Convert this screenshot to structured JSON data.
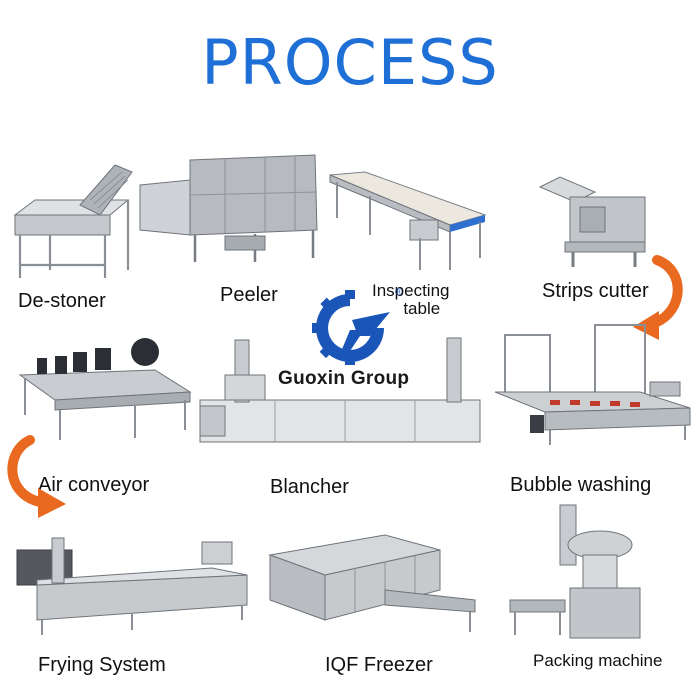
{
  "title": "PROCESS",
  "brand": {
    "name": "Guoxin Group",
    "registered_mark": "®",
    "logo_icon": "gear-gx-logo",
    "color": "#1a56b8"
  },
  "steps": [
    {
      "id": "destoner",
      "label": "De-stoner"
    },
    {
      "id": "peeler",
      "label": "Peeler"
    },
    {
      "id": "inspecting",
      "label_line1": "Inspecting",
      "label_line2": "table"
    },
    {
      "id": "strips",
      "label": "Strips cutter"
    },
    {
      "id": "bubble",
      "label": "Bubble washing"
    },
    {
      "id": "blancher",
      "label": "Blancher"
    },
    {
      "id": "air",
      "label": "Air conveyor"
    },
    {
      "id": "frying",
      "label": "Frying System"
    },
    {
      "id": "iqf",
      "label": "IQF Freezer"
    },
    {
      "id": "packing",
      "label": "Packing machine"
    }
  ],
  "colors": {
    "title": "#1e6fd6",
    "arrow": "#e8691f",
    "steel": "#b9bdc2",
    "steel_dark": "#7d8288"
  }
}
